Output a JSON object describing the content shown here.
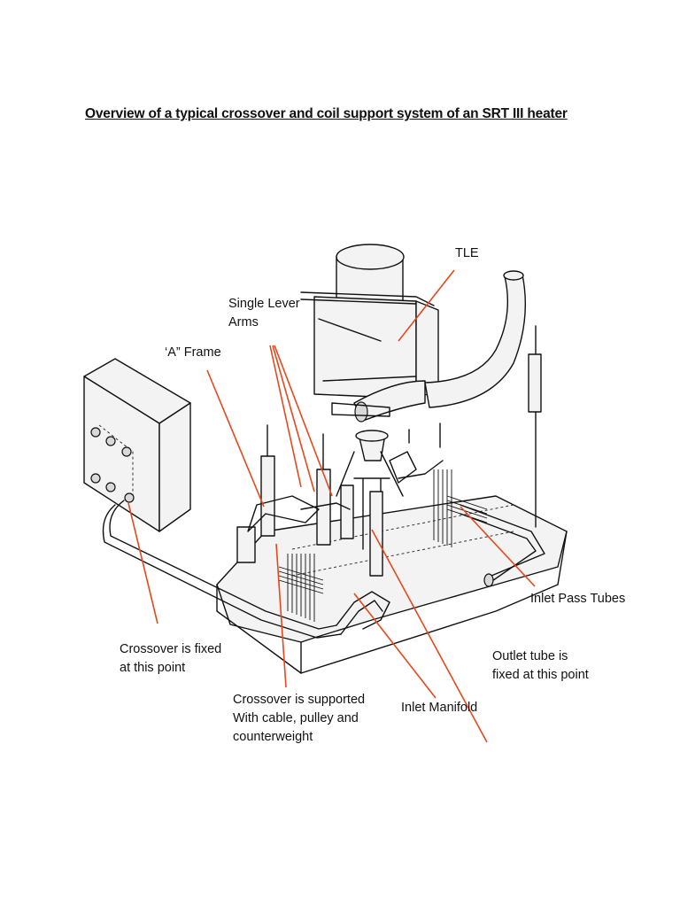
{
  "title": "Overview of a typical crossover and coil support system of an SRT III heater",
  "colors": {
    "leader": "#e8471c",
    "line": "#111111"
  },
  "labels": {
    "tle": "TLE",
    "single_lever_arms": "Single Lever\n Arms",
    "a_frame": "‘A” Frame",
    "inlet_pass_tubes": "Inlet Pass Tubes",
    "crossover_fixed": "Crossover is fixed\nat this point",
    "outlet_fixed": "Outlet tube is\nfixed at this point",
    "crossover_supported": "Crossover is supported\nWith cable, pulley and\ncounterweight",
    "inlet_manifold": "Inlet Manifold"
  }
}
